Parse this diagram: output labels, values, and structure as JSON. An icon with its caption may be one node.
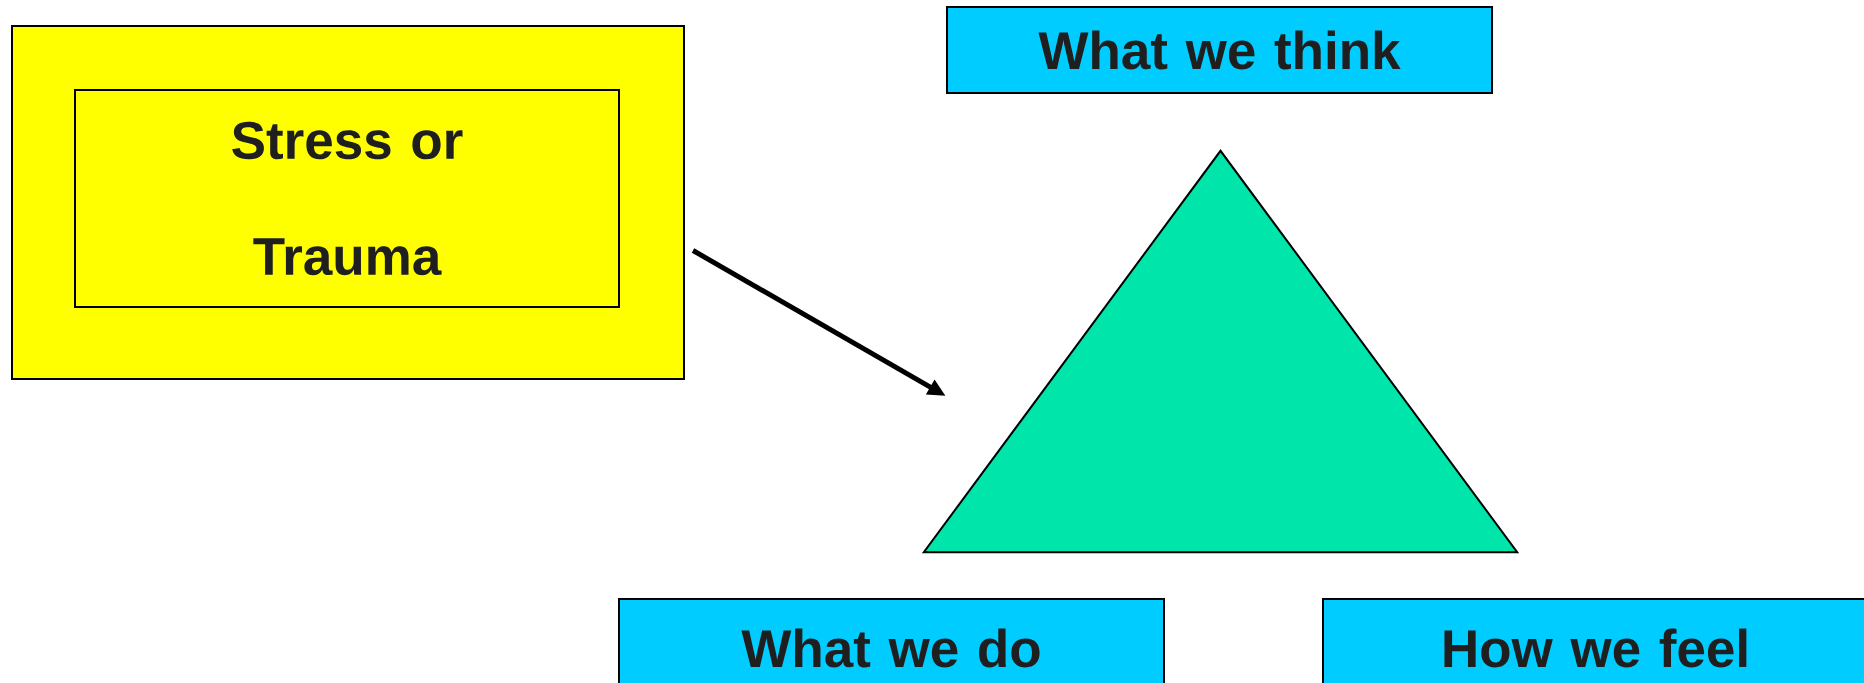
{
  "diagram": {
    "nodes": [
      {
        "text": [],
        "shape": "box"
      },
      {
        "text": [
          "Stress or Trauma"
        ],
        "in": 0
      },
      {
        "text": [
          "What we think"
        ]
      },
      {
        "text": [],
        "shape": "triangle"
      },
      {
        "text": [
          "What we do"
        ]
      },
      {
        "text": [
          "How we feel"
        ]
      }
    ],
    "edges": [
      {
        "from": 0,
        "to": 3,
        "arrow": "to"
      }
    ]
  }
}
